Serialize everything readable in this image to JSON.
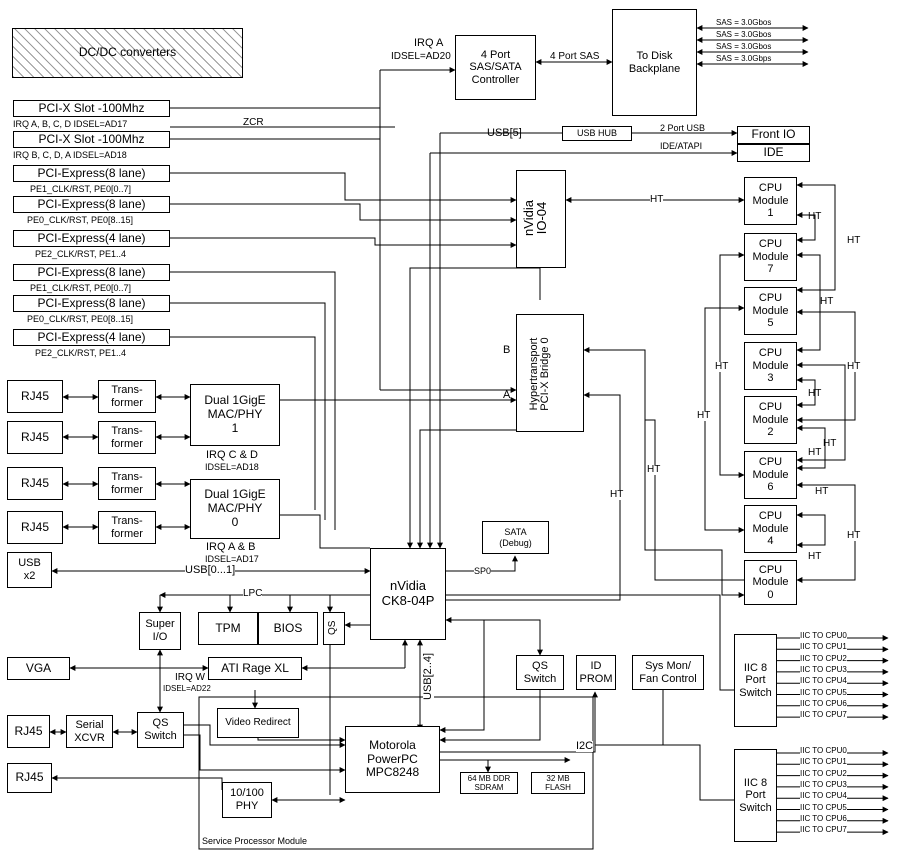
{
  "blocks": {
    "dcdc": "DC/DC converters",
    "sas_ctrl": "4 Port\nSAS/SATA\nController",
    "disk_bp": "To Disk\nBackplane",
    "pcix1": "PCI-X Slot -100Mhz",
    "pcix2": "PCI-X Slot -100Mhz",
    "pcie1": "PCI-Express(8 lane)",
    "pcie2": "PCI-Express(8 lane)",
    "pcie3": "PCI-Express(4 lane)",
    "pcie4": "PCI-Express(8 lane)",
    "pcie5": "PCI-Express(8 lane)",
    "pcie6": "PCI-Express(4 lane)",
    "usb_hub": "USB HUB",
    "front_io": "Front IO",
    "ide": "IDE",
    "io04": "nVidia\nIO-04",
    "ht_bridge": "Hypertransport\nPCI-X Bridge 0",
    "rj45_1": "RJ45",
    "rj45_2": "RJ45",
    "rj45_3": "RJ45",
    "rj45_4": "RJ45",
    "rj45_5": "RJ45",
    "rj45_6": "RJ45",
    "trans1": "Trans-\nformer",
    "trans2": "Trans-\nformer",
    "trans3": "Trans-\nformer",
    "trans4": "Trans-\nformer",
    "mac1": "Dual 1GigE\nMAC/PHY\n1",
    "mac0": "Dual 1GigE\nMAC/PHY\n0",
    "usbx2": "USB\nx2",
    "sata_dbg": "SATA\n(Debug)",
    "ck804": "nVidia\nCK8-04P",
    "super_io": "Super\nI/O",
    "tpm": "TPM",
    "bios": "BIOS",
    "qs_small": "QS",
    "vga": "VGA",
    "ati": "ATI Rage XL",
    "serial": "Serial\nXCVR",
    "qs_switch_l": "QS\nSwitch",
    "video_redirect": "Video Redirect",
    "phy": "10/100\nPHY",
    "powerpc": "Motorola\nPowerPC\nMPC8248",
    "sdram": "64 MB DDR\nSDRAM",
    "flash": "32 MB\nFLASH",
    "qs_switch_r": "QS\nSwitch",
    "id_prom": "ID\nPROM",
    "sysmon": "Sys Mon/\nFan Control",
    "cpu1": "CPU\nModule\n1",
    "cpu7": "CPU\nModule\n7",
    "cpu5": "CPU\nModule\n5",
    "cpu3": "CPU\nModule\n3",
    "cpu2": "CPU\nModule\n2",
    "cpu6": "CPU\nModule\n6",
    "cpu4": "CPU\nModule\n4",
    "cpu0": "CPU\nModule\n0",
    "iic1": "IIC 8\nPort\nSwitch",
    "iic2": "IIC 8\nPort\nSwitch"
  },
  "labels": {
    "irq_a": "IRQ A",
    "idsel_ad20": "IDSEL=AD20",
    "port_sas": "4 Port SAS",
    "sas_rates": [
      "SAS = 3.0Gbos",
      "SAS = 3.0Gbos",
      "SAS = 3.0Gbos",
      "SAS = 3.0Gbps"
    ],
    "pcix1_irq": "IRQ A, B, C, D  IDSEL=AD17",
    "zcr": "ZCR",
    "pcix2_irq": "IRQ B, C, D, A  IDSEL=AD18",
    "usb5": "USB[5]",
    "port_usb": "2 Port USB",
    "ide_atapi": "IDE/ATAPI",
    "pe1_a": "PE1_CLK/RST, PE0[0..7]",
    "pe0_a": "PE0_CLK/RST, PE0[8..15]",
    "pe2_a": "PE2_CLK/RST, PE1..4",
    "pe1_b": "PE1_CLK/RST, PE0[0..7]",
    "pe0_b": "PE0_CLK/RST, PE0[8..15]",
    "pe2_b": "PE2_CLK/RST, PE1..4",
    "ht_io": "HT",
    "ht_cpu_a": "HT",
    "ht_cpu_b": "HT",
    "ht_cpu_c": "HT",
    "ht_cpu_d": "HT",
    "ht_cpu_e": "HT",
    "ht_cpu_f": "HT",
    "ht_cpu_g": "HT",
    "ht_cpu_h": "HT",
    "ht_cpu_i": "HT",
    "ht_cpu_j": "HT",
    "ht_cpu_k": "HT",
    "ht_cpu_l": "HT",
    "ht_bridge_a": "HT",
    "ht_bridge_b": "HT",
    "port_b": "B",
    "port_a": "A",
    "mac1_irq": "IRQ C & D",
    "mac1_idsel": "IDSEL=AD18",
    "mac0_irq": "IRQ A & B",
    "mac0_idsel": "IDSEL=AD17",
    "usb01": "USB[0...1]",
    "sp0": "SP0",
    "lpc": "LPC",
    "usb24": "USB[2..4]",
    "irq_w": "IRQ W",
    "idsel_ad22": "IDSEL=AD22",
    "i2c": "I2C",
    "spm": "Service Processor Module"
  },
  "iic_lines": [
    "IIC TO CPU0",
    "IIC TO CPU1",
    "IIC TO CPU2",
    "IIC TO CPU3",
    "IIC TO CPU4",
    "IIC TO CPU5",
    "IIC TO CPU6",
    "IIC TO CPU7"
  ]
}
